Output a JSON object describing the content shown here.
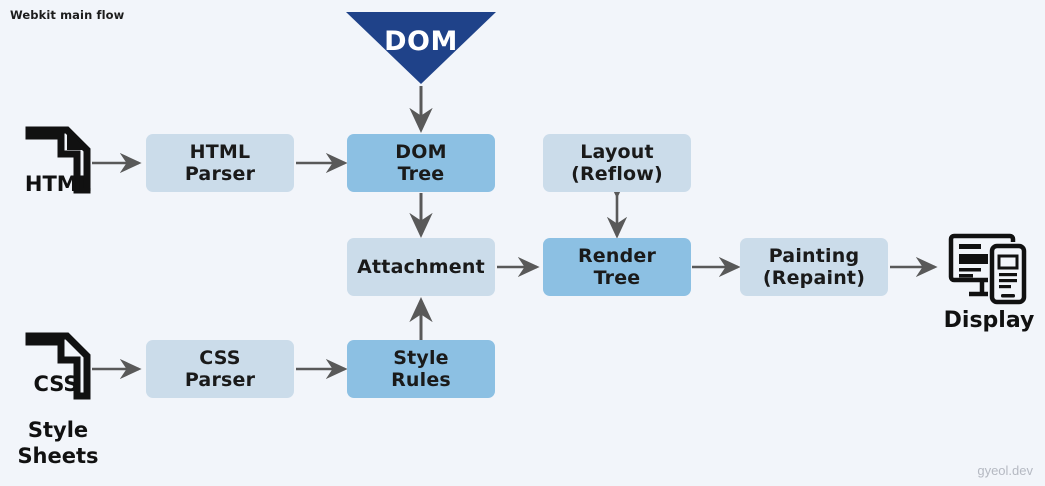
{
  "diagram": {
    "title": "Webkit main flow",
    "watermark": "gyeol.dev",
    "background_color": "#f2f5fa",
    "colors": {
      "dark_blue": "#1f4289",
      "medium_blue": "#8cc0e3",
      "light_blue": "#cbdcea",
      "arrow_gray": "#595959",
      "icon_black": "#111111",
      "watermark_gray": "#b5b9c2"
    }
  },
  "entry": {
    "dom_label": "DOM"
  },
  "inputs": [
    {
      "icon": "html-file-icon",
      "icon_text": "HTML",
      "caption": ""
    },
    {
      "icon": "css-file-icon",
      "icon_text": "CSS",
      "caption_line1": "Style",
      "caption_line2": "Sheets"
    }
  ],
  "nodes": [
    {
      "id": "html-parser",
      "line1": "HTML",
      "line2": "Parser",
      "style": "light"
    },
    {
      "id": "dom-tree",
      "line1": "DOM",
      "line2": "Tree",
      "style": "medium"
    },
    {
      "id": "layout",
      "line1": "Layout",
      "line2": "(Reflow)",
      "style": "light"
    },
    {
      "id": "attachment",
      "line1": "Attachment",
      "line2": "",
      "style": "light"
    },
    {
      "id": "render-tree",
      "line1": "Render",
      "line2": "Tree",
      "style": "medium"
    },
    {
      "id": "painting",
      "line1": "Painting",
      "line2": "(Repaint)",
      "style": "light"
    },
    {
      "id": "css-parser",
      "line1": "CSS",
      "line2": "Parser",
      "style": "light"
    },
    {
      "id": "style-rules",
      "line1": "Style",
      "line2": "Rules",
      "style": "medium"
    }
  ],
  "output": {
    "icon": "display-devices-icon",
    "caption": "Display"
  },
  "connections": [
    {
      "from": "html-file",
      "to": "html-parser",
      "type": "single"
    },
    {
      "from": "html-parser",
      "to": "dom-tree",
      "type": "single"
    },
    {
      "from": "dom-entry",
      "to": "dom-tree",
      "type": "single"
    },
    {
      "from": "dom-tree",
      "to": "attachment",
      "type": "single"
    },
    {
      "from": "attachment",
      "to": "render-tree",
      "type": "single"
    },
    {
      "from": "layout",
      "to": "render-tree",
      "type": "double"
    },
    {
      "from": "render-tree",
      "to": "painting",
      "type": "single"
    },
    {
      "from": "painting",
      "to": "display",
      "type": "single"
    },
    {
      "from": "css-file",
      "to": "css-parser",
      "type": "single"
    },
    {
      "from": "css-parser",
      "to": "style-rules",
      "type": "single"
    },
    {
      "from": "style-rules",
      "to": "attachment",
      "type": "single"
    }
  ]
}
